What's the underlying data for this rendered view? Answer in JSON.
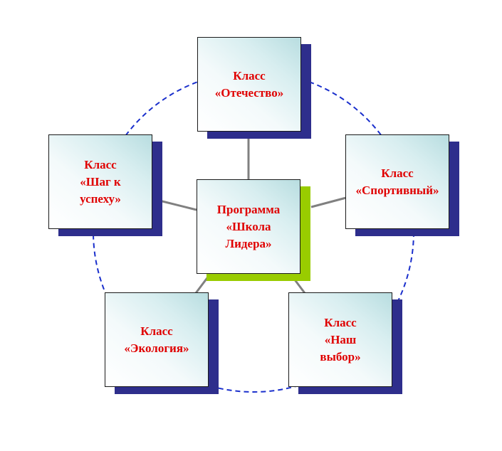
{
  "diagram": {
    "center": {
      "lines": [
        "Программа",
        "«Школа",
        "Лидера»"
      ]
    },
    "nodes": [
      {
        "id": "otechestvo",
        "lines": [
          "Класс",
          "«Отечество»"
        ]
      },
      {
        "id": "sportivny",
        "lines": [
          "Класс",
          "«Спортивный»"
        ]
      },
      {
        "id": "nash-vybor",
        "lines": [
          "Класс",
          "«Наш",
          "выбор»"
        ]
      },
      {
        "id": "ekologiya",
        "lines": [
          "Класс",
          "«Экология»"
        ]
      },
      {
        "id": "shag-k-uspehu",
        "lines": [
          "Класс",
          "«Шаг к",
          "успеху»"
        ]
      }
    ],
    "colors": {
      "text": "#e00000",
      "outer_shadow": "#2e2e8c",
      "center_shadow": "#99cc00",
      "ring": "#1a2fcc",
      "connector": "#808080"
    }
  }
}
